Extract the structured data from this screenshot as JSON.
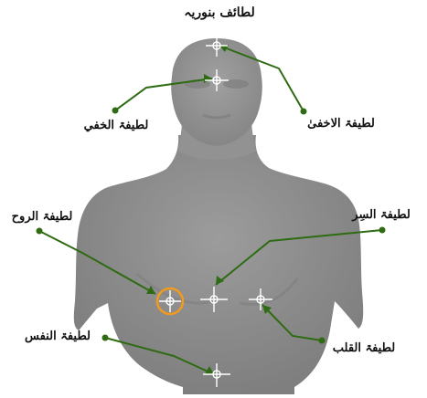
{
  "title": "لطائف بنوریہ",
  "labels": {
    "akhfa": "لطیفۃ الاخفیٰ",
    "khafi": "لطیفۃ الخفي",
    "ruh": "لطیفۃ الروح",
    "sirr": "لطیفۃ السِر",
    "qalb": "لطیفۃ القلب",
    "nafs": "لطیفۃ النفس"
  },
  "colors": {
    "background": "#ffffff",
    "body": "#8e8e8e",
    "leader_line": "#2e6b12",
    "crosshair": "#ffffff",
    "highlight_ring": "#f29a1e",
    "text": "#111111"
  },
  "icons": {
    "crosshair": "crosshair-icon",
    "pointer": "dot-marker-icon"
  }
}
